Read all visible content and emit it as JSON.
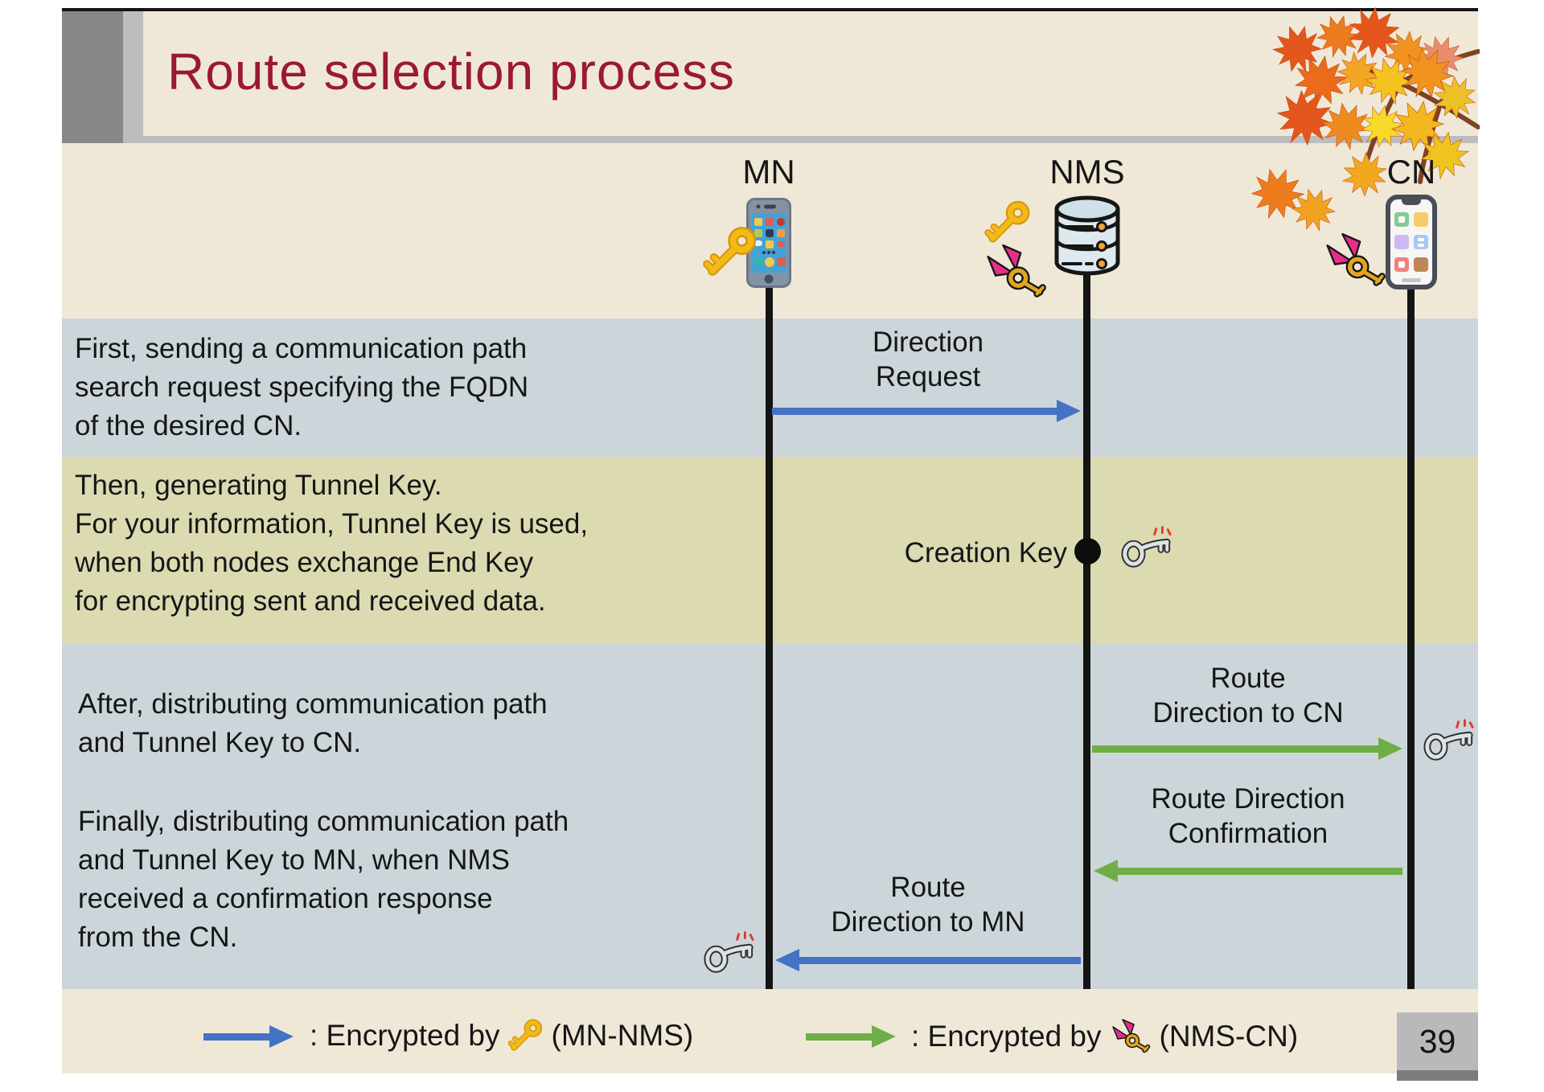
{
  "slide": {
    "title": "Route selection process",
    "page_number": "39"
  },
  "actors": {
    "mn": {
      "label": "MN",
      "icon": "smartphone-icon",
      "keys": [
        "yellow-key"
      ]
    },
    "nms": {
      "label": "NMS",
      "icon": "database-icon",
      "keys": [
        "yellow-key",
        "pink-ribbon-key"
      ]
    },
    "cn": {
      "label": "CN",
      "icon": "smartphone-icon",
      "keys": [
        "pink-ribbon-key"
      ]
    }
  },
  "steps": {
    "step1": "First, sending a communication path\nsearch request specifying the FQDN\nof the desired CN.",
    "step2": "Then, generating Tunnel Key.\nFor your information, Tunnel Key is used,\nwhen both nodes exchange End Key\nfor encrypting sent and received data.",
    "step3": "After, distributing communication path\nand Tunnel Key to CN.",
    "step4": "Finally, distributing communication path\nand Tunnel Key to MN, when NMS\nreceived a confirmation response\nfrom the CN."
  },
  "messages": {
    "direction_request": "Direction\nRequest",
    "creation_key": "Creation Key",
    "route_direction_to_cn": "Route\nDirection to CN",
    "route_direction_confirmation": "Route Direction\nConfirmation",
    "route_direction_to_mn": "Route\nDirection to MN"
  },
  "legend": {
    "mn_nms": {
      "prefix": ": Encrypted by",
      "suffix": "(MN-NMS)",
      "key_icon": "yellow-key"
    },
    "nms_cn": {
      "prefix": ": Encrypted by",
      "suffix": "(NMS-CN)",
      "key_icon": "pink-ribbon-key"
    }
  },
  "colors": {
    "title": "#9a1a31",
    "mn_nms_arrow": "#4472c4",
    "nms_cn_arrow": "#6fae46",
    "band_cool": "#ccd6da",
    "band_olive": "#dcdab1",
    "paper": "#f0e8d7",
    "lifeline": "#141414"
  }
}
